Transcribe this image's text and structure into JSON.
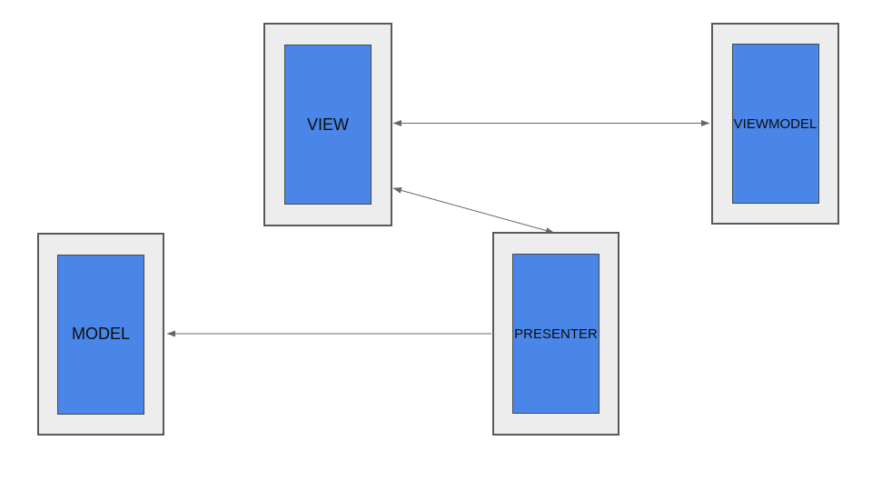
{
  "diagram": {
    "nodes": [
      {
        "id": "view",
        "label": "VIEW"
      },
      {
        "id": "viewmodel",
        "label": "VIEWMODEL"
      },
      {
        "id": "model",
        "label": "MODEL"
      },
      {
        "id": "presenter",
        "label": "PRESENTER"
      }
    ],
    "edges": [
      {
        "id": "view-viewmodel",
        "from": "VIEW",
        "to": "VIEWMODEL",
        "arrow": "both"
      },
      {
        "id": "presenter-view",
        "from": "PRESENTER",
        "to": "VIEW",
        "arrow": "both"
      },
      {
        "id": "presenter-model",
        "from": "PRESENTER",
        "to": "MODEL",
        "arrow": "single"
      }
    ],
    "colors": {
      "canvas": "#ffffff",
      "node_frame_fill": "#ededed",
      "frame_border": "#595959",
      "node_fill": "#4a86e8",
      "node_border": "#45484d",
      "connector": "#666666",
      "label": "#0d0d0d"
    }
  }
}
